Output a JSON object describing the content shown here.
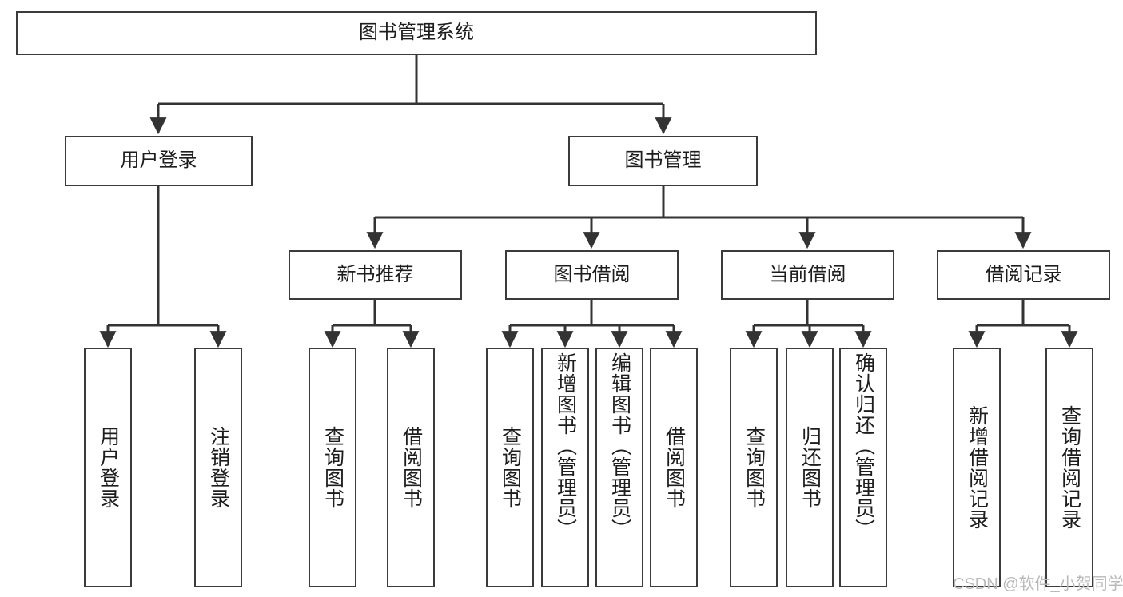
{
  "diagram": {
    "type": "tree-hierarchy",
    "title": "图书管理系统",
    "watermark": "CSDN @软件_小贺同学",
    "colors": {
      "box_border": "#3b3b3b",
      "box_fill": "#ffffff",
      "edge": "#333333",
      "text": "#1d1d1d",
      "watermark": "#b9b9b9"
    },
    "nodes": {
      "root": {
        "label": "图书管理系统",
        "orientation": "horizontal",
        "level": 0
      },
      "l1_0": {
        "label": "用户登录",
        "orientation": "horizontal",
        "level": 1
      },
      "l1_1": {
        "label": "图书管理",
        "orientation": "horizontal",
        "level": 1
      },
      "l2_0": {
        "label": "新书推荐",
        "orientation": "horizontal",
        "level": 2
      },
      "l2_1": {
        "label": "图书借阅",
        "orientation": "horizontal",
        "level": 2
      },
      "l2_2": {
        "label": "当前借阅",
        "orientation": "horizontal",
        "level": 2
      },
      "l2_3": {
        "label": "借阅记录",
        "orientation": "horizontal",
        "level": 2
      },
      "leaf_0": {
        "label": "用户登录",
        "orientation": "vertical",
        "level": 2,
        "parent": "用户登录"
      },
      "leaf_1": {
        "label": "注销登录",
        "orientation": "vertical",
        "level": 2,
        "parent": "用户登录"
      },
      "leaf_2": {
        "label": "查询图书",
        "orientation": "vertical",
        "level": 3,
        "parent": "新书推荐"
      },
      "leaf_3": {
        "label": "借阅图书",
        "orientation": "vertical",
        "level": 3,
        "parent": "新书推荐"
      },
      "leaf_4": {
        "label": "查询图书",
        "orientation": "vertical",
        "level": 3,
        "parent": "图书借阅"
      },
      "leaf_5": {
        "label": "新增图书（管理员）",
        "orientation": "vertical",
        "level": 3,
        "parent": "图书借阅"
      },
      "leaf_6": {
        "label": "编辑图书（管理员）",
        "orientation": "vertical",
        "level": 3,
        "parent": "图书借阅"
      },
      "leaf_7": {
        "label": "借阅图书",
        "orientation": "vertical",
        "level": 3,
        "parent": "图书借阅"
      },
      "leaf_8": {
        "label": "查询图书",
        "orientation": "vertical",
        "level": 3,
        "parent": "当前借阅"
      },
      "leaf_9": {
        "label": "归还图书",
        "orientation": "vertical",
        "level": 3,
        "parent": "当前借阅"
      },
      "leaf_10": {
        "label": "确认归还（管理员）",
        "orientation": "vertical",
        "level": 3,
        "parent": "当前借阅"
      },
      "leaf_11": {
        "label": "新增借阅记录",
        "orientation": "vertical",
        "level": 3,
        "parent": "借阅记录"
      },
      "leaf_12": {
        "label": "查询借阅记录",
        "orientation": "vertical",
        "level": 3,
        "parent": "借阅记录"
      }
    },
    "edges": [
      {
        "from": "图书管理系统",
        "to": "用户登录"
      },
      {
        "from": "图书管理系统",
        "to": "图书管理"
      },
      {
        "from": "用户登录",
        "to": "用户登录"
      },
      {
        "from": "用户登录",
        "to": "注销登录"
      },
      {
        "from": "图书管理",
        "to": "新书推荐"
      },
      {
        "from": "图书管理",
        "to": "图书借阅"
      },
      {
        "from": "图书管理",
        "to": "当前借阅"
      },
      {
        "from": "图书管理",
        "to": "借阅记录"
      },
      {
        "from": "新书推荐",
        "to": "查询图书"
      },
      {
        "from": "新书推荐",
        "to": "借阅图书"
      },
      {
        "from": "图书借阅",
        "to": "查询图书"
      },
      {
        "from": "图书借阅",
        "to": "新增图书（管理员）"
      },
      {
        "from": "图书借阅",
        "to": "编辑图书（管理员）"
      },
      {
        "from": "图书借阅",
        "to": "借阅图书"
      },
      {
        "from": "当前借阅",
        "to": "查询图书"
      },
      {
        "from": "当前借阅",
        "to": "归还图书"
      },
      {
        "from": "当前借阅",
        "to": "确认归还（管理员）"
      },
      {
        "from": "借阅记录",
        "to": "新增借阅记录"
      },
      {
        "from": "借阅记录",
        "to": "查询借阅记录"
      }
    ]
  }
}
